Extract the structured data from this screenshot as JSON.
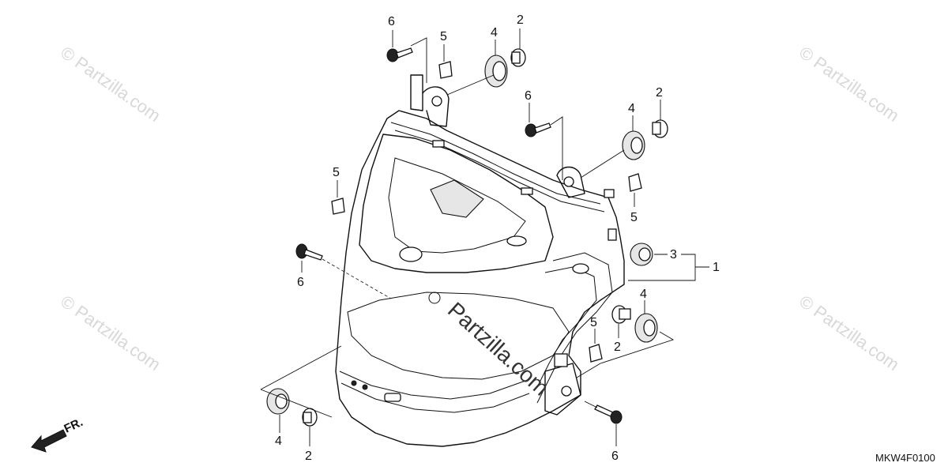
{
  "diagram_code": "MKW4F0100",
  "direction_label": "FR.",
  "watermark": "© Partzilla.com",
  "watermark_center": "Partzilla.com",
  "callouts": {
    "c1": "1",
    "c2_top": "2",
    "c2_right": "2",
    "c2_midright": "2",
    "c2_bottom": "2",
    "c3": "3",
    "c4_top": "4",
    "c4_right": "4",
    "c4_midright": "4",
    "c4_bottom": "4",
    "c5_top": "5",
    "c5_left": "5",
    "c5_right": "5",
    "c5_lowright": "5",
    "c6_top": "6",
    "c6_mid": "6",
    "c6_left": "6",
    "c6_bottom": "6"
  }
}
